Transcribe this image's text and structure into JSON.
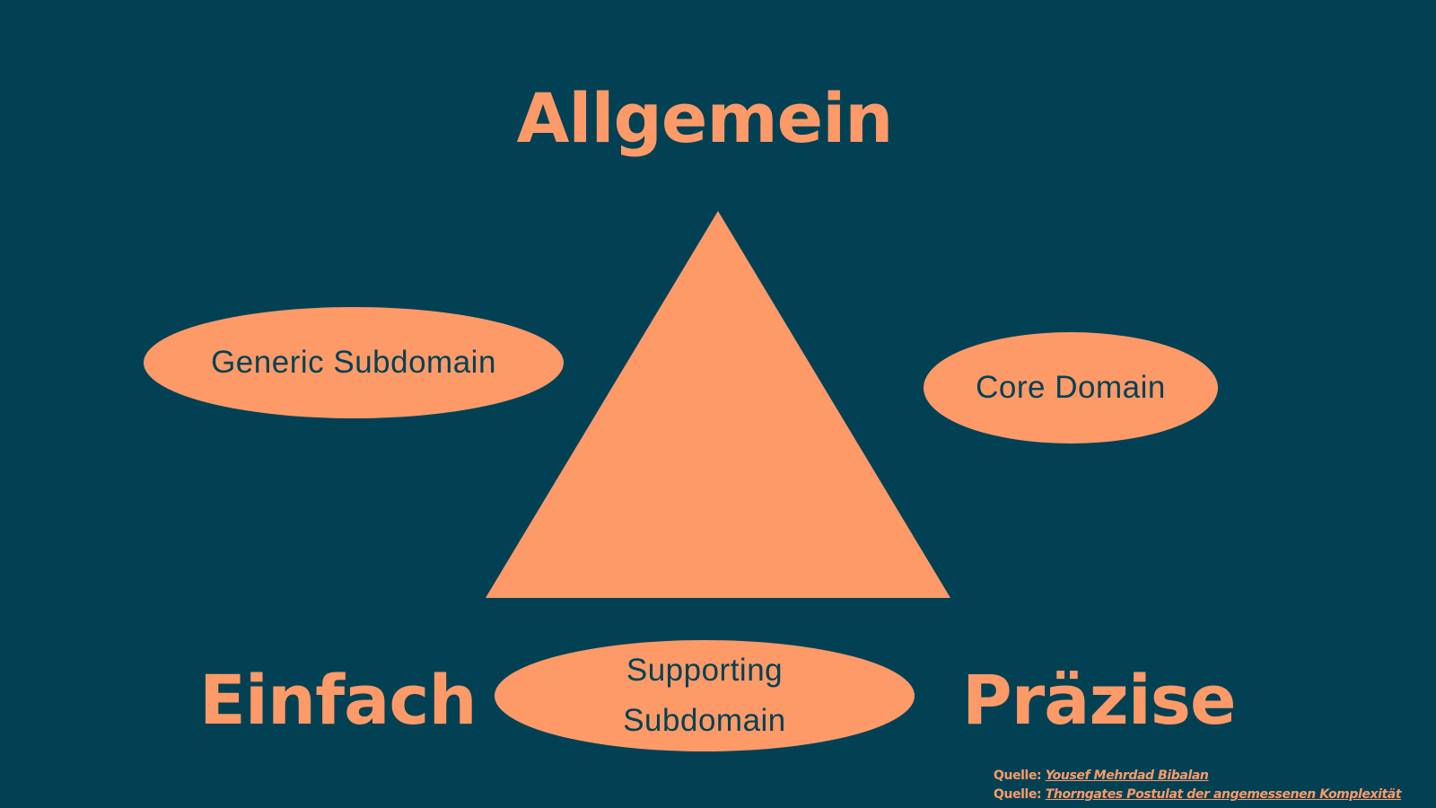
{
  "corners": {
    "top": "Allgemein",
    "left": "Einfach",
    "right": "Präzise"
  },
  "ellipses": {
    "generic": "Generic Subdomain",
    "core": "Core Domain",
    "supporting_line1": "Supporting",
    "supporting_line2": "Subdomain"
  },
  "sources": [
    {
      "prefix": "Quelle:",
      "link": "Yousef Mehrdad Bibalan"
    },
    {
      "prefix": "Quelle:",
      "link": "Thorngates Postulat der angemessenen Komplexität"
    }
  ],
  "colors": {
    "background": "#024154",
    "accent": "#fe9a68"
  }
}
